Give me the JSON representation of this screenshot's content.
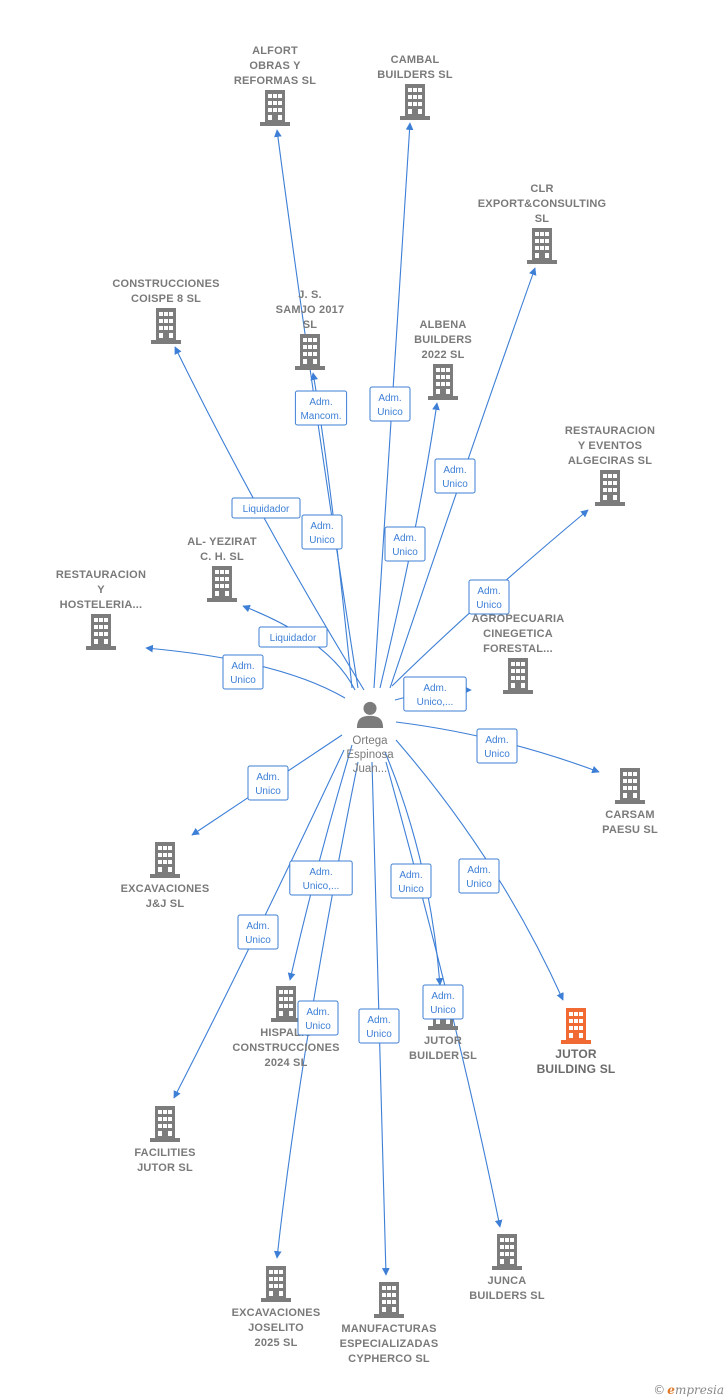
{
  "colors": {
    "edge": "#3d7fd6",
    "building": "#7c7c7c",
    "building_highlight": "#f26a33",
    "label": "#7a7a7a"
  },
  "center": {
    "icon": "person-icon",
    "lines": [
      "Ortega",
      "Espinosa",
      "Juan..."
    ]
  },
  "nodes": [
    {
      "id": "alfort",
      "lines": [
        "ALFORT",
        "OBRAS Y",
        "REFORMAS  SL"
      ]
    },
    {
      "id": "cambal",
      "lines": [
        "CAMBAL",
        "BUILDERS  SL"
      ]
    },
    {
      "id": "clr",
      "lines": [
        "CLR",
        "EXPORT&CONSULTING",
        "SL"
      ]
    },
    {
      "id": "coispe",
      "lines": [
        "CONSTRUCCIONES",
        "COISPE 8 SL"
      ]
    },
    {
      "id": "samjo",
      "lines": [
        "J.  S.",
        "SAMJO 2017",
        "SL"
      ]
    },
    {
      "id": "albena",
      "lines": [
        "ALBENA",
        "BUILDERS",
        "2022  SL"
      ]
    },
    {
      "id": "algeciras",
      "lines": [
        "RESTAURACION",
        "Y EVENTOS",
        "ALGECIRAS SL"
      ]
    },
    {
      "id": "yezirat",
      "lines": [
        "AL- YEZIRAT",
        "C. H.  SL"
      ]
    },
    {
      "id": "hosteleria",
      "lines": [
        "RESTAURACION",
        "Y",
        "HOSTELERIA..."
      ]
    },
    {
      "id": "agropecuaria",
      "lines": [
        "AGROPECUARIA",
        "CINEGETICA",
        "FORESTAL..."
      ]
    },
    {
      "id": "carsam",
      "lines": [
        "CARSAM",
        "PAESU  SL"
      ]
    },
    {
      "id": "excavaciones_jj",
      "lines": [
        "EXCAVACIONES",
        "J&J  SL"
      ]
    },
    {
      "id": "hispalis",
      "lines": [
        "HISPALIS",
        "CONSTRUCCIONES",
        "2024  SL"
      ]
    },
    {
      "id": "jutor_builder",
      "lines": [
        "JUTOR",
        "BUILDER  SL"
      ]
    },
    {
      "id": "jutor_building",
      "lines": [
        "JUTOR",
        "BUILDING  SL"
      ],
      "highlight": true
    },
    {
      "id": "facilities",
      "lines": [
        "FACILITIES",
        "JUTOR  SL"
      ]
    },
    {
      "id": "junca",
      "lines": [
        "JUNCA",
        "BUILDERS  SL"
      ]
    },
    {
      "id": "joselito",
      "lines": [
        "EXCAVACIONES",
        "JOSELITO",
        "2025  SL"
      ]
    },
    {
      "id": "cypherco",
      "lines": [
        "MANUFACTURAS",
        "ESPECIALIZADAS",
        "CYPHERCO  SL"
      ]
    }
  ],
  "edges": [
    {
      "to": "alfort",
      "lines": [
        "Adm.",
        "Unico"
      ]
    },
    {
      "to": "samjo",
      "lines": [
        "Adm.",
        "Mancom."
      ]
    },
    {
      "to": "cambal",
      "lines": [
        "Adm.",
        "Unico"
      ]
    },
    {
      "to": "clr",
      "lines": [
        "Adm.",
        "Unico"
      ]
    },
    {
      "to": "coispe",
      "lines": [
        "Liquidador"
      ]
    },
    {
      "to": "albena",
      "lines": [
        "Adm.",
        "Unico"
      ]
    },
    {
      "to": "algeciras",
      "lines": [
        "Adm.",
        "Unico"
      ]
    },
    {
      "to": "yezirat",
      "lines": [
        "Liquidador"
      ]
    },
    {
      "to": "hosteleria",
      "lines": [
        "Adm.",
        "Unico"
      ]
    },
    {
      "to": "agropecuaria",
      "lines": [
        "Adm.",
        "Unico,..."
      ]
    },
    {
      "to": "carsam",
      "lines": [
        "Adm.",
        "Unico"
      ]
    },
    {
      "to": "excavaciones_jj",
      "lines": [
        "Adm.",
        "Unico"
      ]
    },
    {
      "to": "hispalis",
      "lines": [
        "Adm.",
        "Unico,..."
      ]
    },
    {
      "to": "jutor_builder",
      "lines": [
        "Adm.",
        "Unico"
      ]
    },
    {
      "to": "jutor_building",
      "lines": [
        "Adm.",
        "Unico"
      ]
    },
    {
      "to": "facilities",
      "lines": [
        "Adm.",
        "Unico"
      ]
    },
    {
      "to": "joselito",
      "lines": [
        "Adm.",
        "Unico"
      ]
    },
    {
      "to": "cypherco",
      "lines": [
        "Adm.",
        "Unico"
      ]
    },
    {
      "to": "junca",
      "lines": [
        "Adm.",
        "Unico"
      ]
    }
  ],
  "footer": {
    "copyright": "©",
    "brand_first": "e",
    "brand_rest": "mpresia"
  }
}
